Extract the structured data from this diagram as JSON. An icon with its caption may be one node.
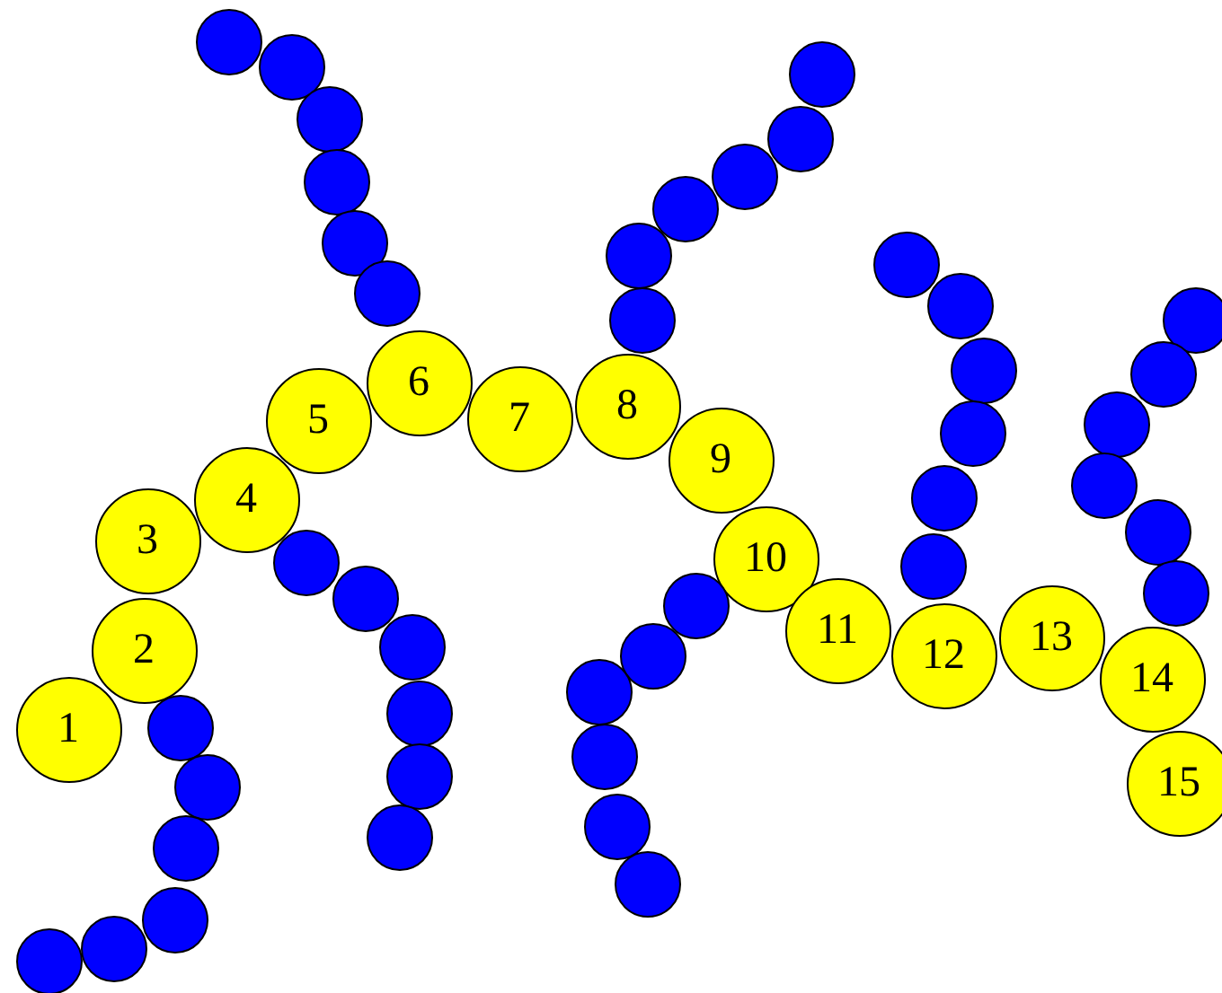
{
  "diagram": {
    "nodes": [
      {
        "text": [
          "1"
        ]
      },
      {
        "text": [
          "2"
        ]
      },
      {
        "text": [
          "3"
        ]
      },
      {
        "text": [
          "4"
        ]
      },
      {
        "text": [
          "5"
        ]
      },
      {
        "text": [
          "6"
        ]
      },
      {
        "text": [
          "7"
        ]
      },
      {
        "text": [
          "8"
        ]
      },
      {
        "text": [
          "9"
        ]
      },
      {
        "text": [
          "10"
        ]
      },
      {
        "text": [
          "11"
        ]
      },
      {
        "text": [
          "12"
        ]
      },
      {
        "text": [
          "13"
        ]
      },
      {
        "text": [
          "14"
        ]
      },
      {
        "text": [
          "15"
        ]
      },
      {
        "text": [],
        "shape": "circle"
      },
      {
        "text": [],
        "shape": "circle"
      },
      {
        "text": [],
        "shape": "circle"
      },
      {
        "text": [],
        "shape": "circle"
      },
      {
        "text": [],
        "shape": "circle"
      },
      {
        "text": [],
        "shape": "circle"
      },
      {
        "text": [],
        "shape": "circle"
      },
      {
        "text": [],
        "shape": "circle"
      },
      {
        "text": [],
        "shape": "circle"
      },
      {
        "text": [],
        "shape": "circle"
      },
      {
        "text": [],
        "shape": "circle"
      },
      {
        "text": [],
        "shape": "circle"
      },
      {
        "text": [],
        "shape": "circle"
      },
      {
        "text": [],
        "shape": "circle"
      },
      {
        "text": [],
        "shape": "circle"
      },
      {
        "text": [],
        "shape": "circle"
      },
      {
        "text": [],
        "shape": "circle"
      },
      {
        "text": [],
        "shape": "circle"
      },
      {
        "text": [],
        "shape": "circle"
      },
      {
        "text": [],
        "shape": "circle"
      },
      {
        "text": [],
        "shape": "circle"
      },
      {
        "text": [],
        "shape": "circle"
      },
      {
        "text": [],
        "shape": "circle"
      },
      {
        "text": [],
        "shape": "circle"
      },
      {
        "text": [],
        "shape": "circle"
      },
      {
        "text": [],
        "shape": "circle"
      },
      {
        "text": [],
        "shape": "circle"
      },
      {
        "text": [],
        "shape": "circle"
      },
      {
        "text": [],
        "shape": "circle"
      },
      {
        "text": [],
        "shape": "circle"
      },
      {
        "text": [],
        "shape": "circle"
      },
      {
        "text": [],
        "shape": "circle"
      },
      {
        "text": [],
        "shape": "circle"
      },
      {
        "text": [],
        "shape": "circle"
      },
      {
        "text": [],
        "shape": "circle"
      },
      {
        "text": [],
        "shape": "circle"
      },
      {
        "text": [],
        "shape": "circle"
      },
      {
        "text": [],
        "shape": "circle"
      },
      {
        "text": [],
        "shape": "circle"
      },
      {
        "text": [],
        "shape": "circle"
      },
      {
        "text": [],
        "shape": "circle"
      },
      {
        "text": [],
        "shape": "circle"
      }
    ]
  }
}
